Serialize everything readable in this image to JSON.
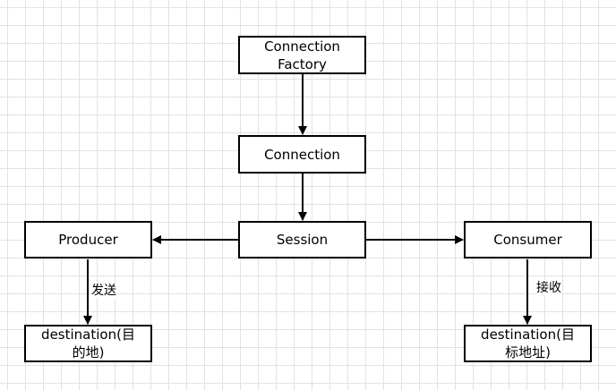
{
  "nodes": {
    "connection_factory": {
      "label": "Connection\nFactory"
    },
    "connection": {
      "label": "Connection"
    },
    "session": {
      "label": "Session"
    },
    "producer": {
      "label": "Producer"
    },
    "consumer": {
      "label": "Consumer"
    },
    "destination_left": {
      "label": "destination(目\n的地)"
    },
    "destination_right": {
      "label": "destination(目\n标地址)"
    }
  },
  "edges": {
    "send_label": "发送",
    "receive_label": "接收"
  }
}
